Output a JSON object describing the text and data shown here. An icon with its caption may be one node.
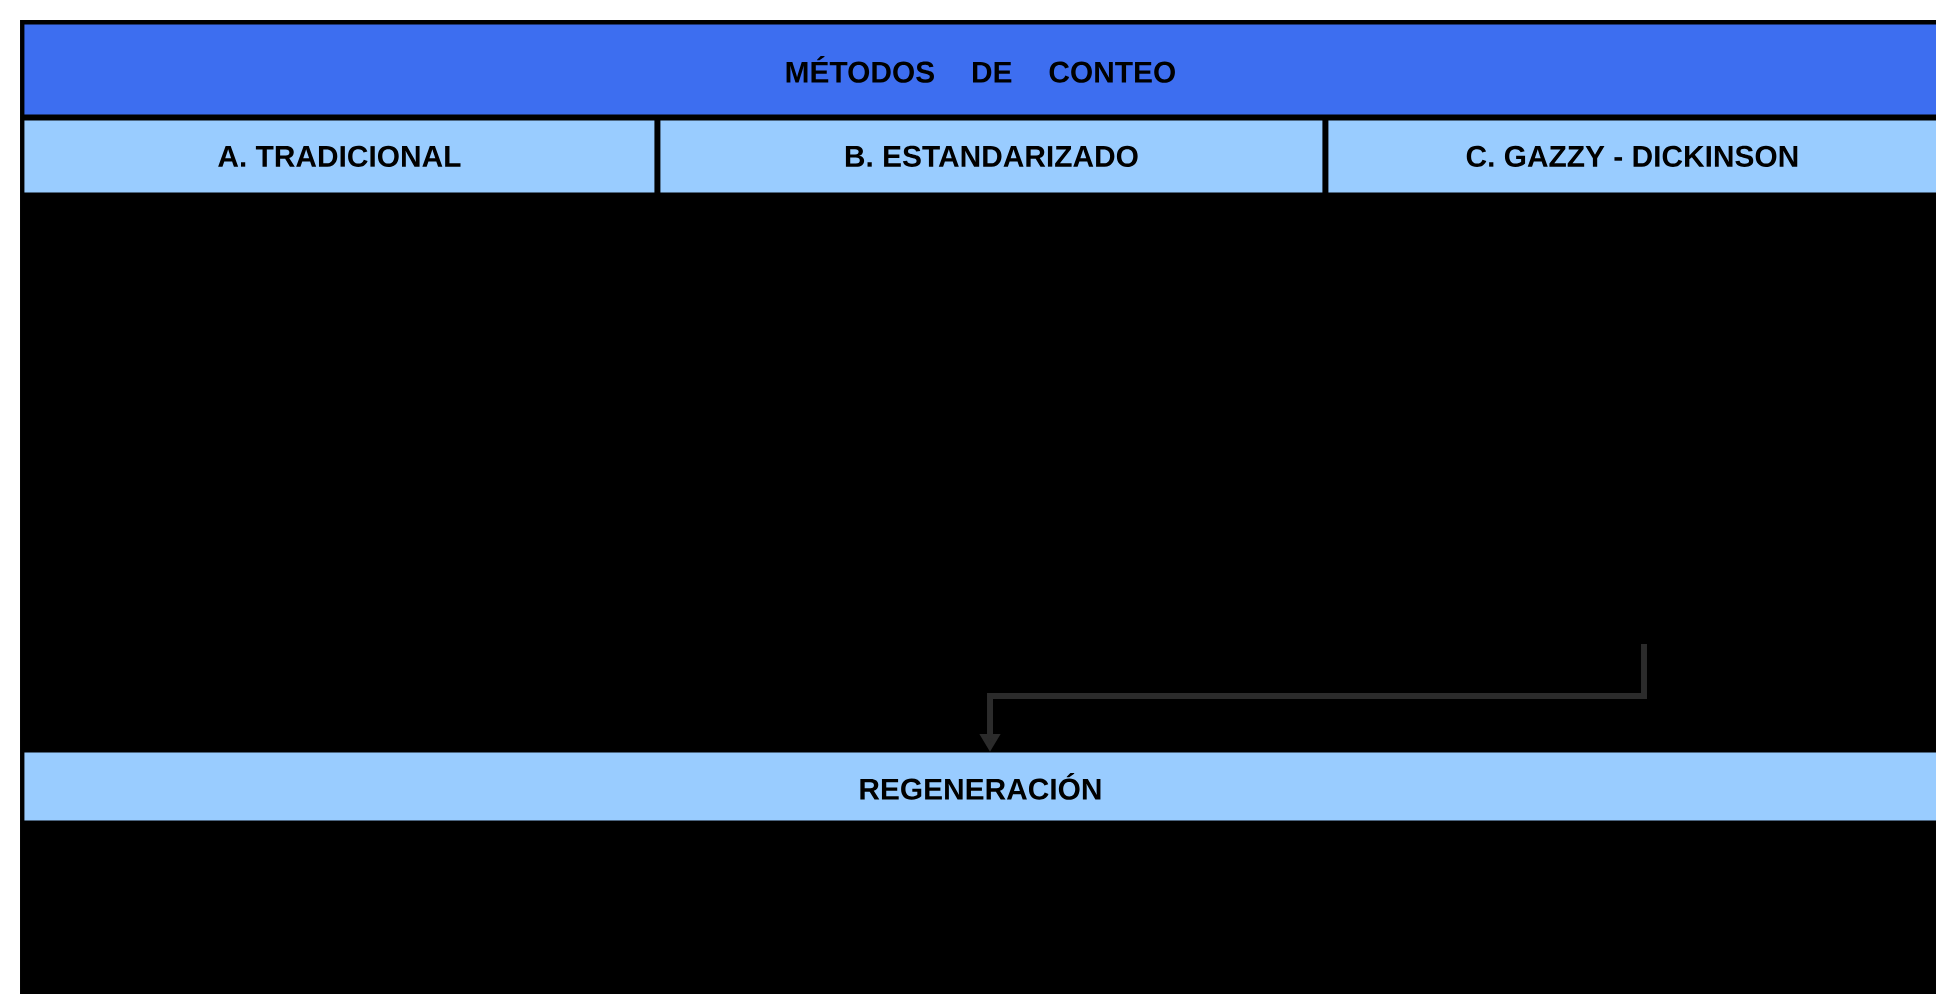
{
  "diagram": {
    "nodes": [
      {
        "text": [
          "MÉTODOS DE CONTEO"
        ]
      },
      {
        "text": [
          "A. TRADICIONAL"
        ]
      },
      {
        "text": [
          "B. ESTANDARIZADO"
        ]
      },
      {
        "text": [
          "C. GAZZY - DICKINSON"
        ]
      },
      {
        "text": [
          "REGENERACIÓN"
        ]
      }
    ],
    "edges": [
      {
        "from": null,
        "to": 4,
        "arrow": "to",
        "color": "#2b2b2b"
      }
    ]
  }
}
